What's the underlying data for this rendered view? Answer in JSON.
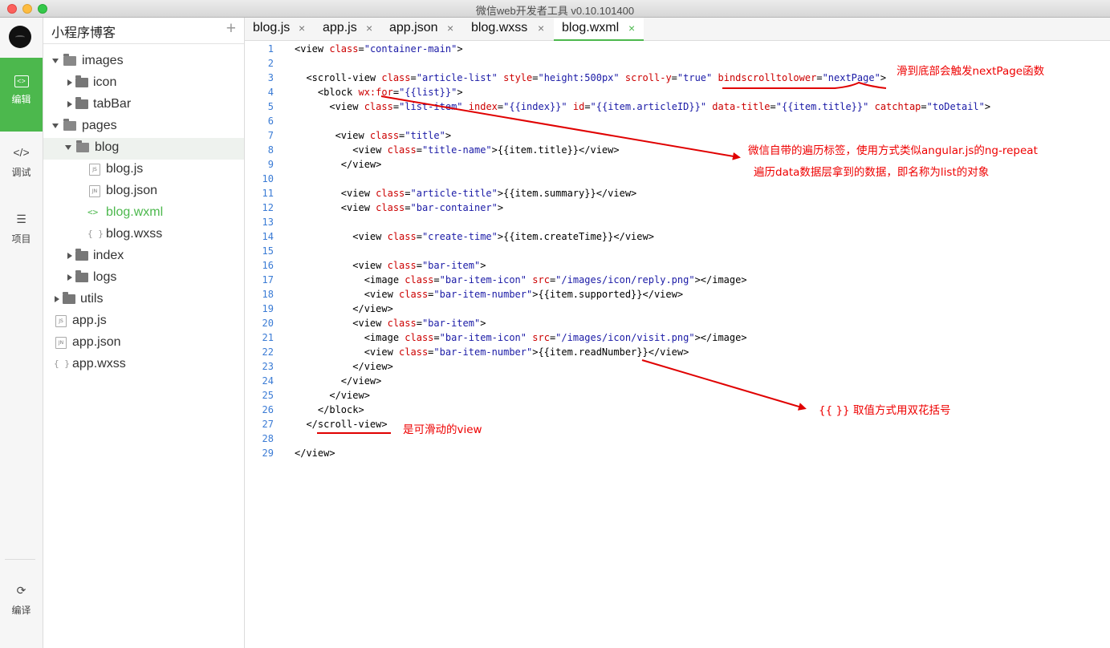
{
  "window": {
    "title": "微信web开发者工具 v0.10.101400"
  },
  "activity": [
    {
      "label": "编辑",
      "icon": "edit-icon"
    },
    {
      "label": "调试",
      "icon": "code-brackets-icon"
    },
    {
      "label": "项目",
      "icon": "menu-lines-icon"
    },
    {
      "label": "编译",
      "icon": "compile-icon"
    }
  ],
  "sidebar": {
    "project_name": "小程序博客",
    "add_symbol": "+",
    "tree": [
      {
        "label": "images",
        "kind": "folder",
        "state": "open"
      },
      {
        "label": "icon",
        "kind": "folder",
        "state": "closed"
      },
      {
        "label": "tabBar",
        "kind": "folder",
        "state": "closed"
      },
      {
        "label": "pages",
        "kind": "folder",
        "state": "open"
      },
      {
        "label": "blog",
        "kind": "folder",
        "state": "open",
        "selected": true
      },
      {
        "label": "blog.js",
        "kind": "file",
        "badge": "JS"
      },
      {
        "label": "blog.json",
        "kind": "file",
        "badge": "JN"
      },
      {
        "label": "blog.wxml",
        "kind": "wxml",
        "badge": "< >",
        "active": true
      },
      {
        "label": "blog.wxss",
        "kind": "wxss",
        "badge": "{ }"
      },
      {
        "label": "index",
        "kind": "folder",
        "state": "closed"
      },
      {
        "label": "logs",
        "kind": "folder",
        "state": "closed"
      },
      {
        "label": "utils",
        "kind": "folder",
        "state": "closed"
      },
      {
        "label": "app.js",
        "kind": "file",
        "badge": "JS"
      },
      {
        "label": "app.json",
        "kind": "file",
        "badge": "JN"
      },
      {
        "label": "app.wxss",
        "kind": "wxss",
        "badge": "{ }"
      }
    ]
  },
  "tabs": [
    {
      "label": "blog.js",
      "close": "×"
    },
    {
      "label": "app.js",
      "close": "×"
    },
    {
      "label": "app.json",
      "close": "×"
    },
    {
      "label": "blog.wxss",
      "close": "×"
    },
    {
      "label": "blog.wxml",
      "close": "×",
      "active": true
    }
  ],
  "code_lines": [
    "1",
    "2",
    "3",
    "4",
    "5",
    "6",
    "7",
    "8",
    "9",
    "10",
    "11",
    "12",
    "13",
    "14",
    "15",
    "16",
    "17",
    "18",
    "19",
    "20",
    "21",
    "22",
    "23",
    "24",
    "25",
    "26",
    "27",
    "28",
    "29"
  ],
  "code": {
    "l1": "<view class=\"container-main\">",
    "l2": "",
    "l3": "  <scroll-view class=\"article-list\" style=\"height:500px\" scroll-y=\"true\" bindscrolltolower=\"nextPage\">",
    "l4": "    <block wx:for=\"{{list}}\">",
    "l5": "      <view class=\"list-item\" index=\"{{index}}\" id=\"{{item.articleID}}\" data-title=\"{{item.title}}\" catchtap=\"toDetail\">",
    "l6": "",
    "l7": "       <view class=\"title\">",
    "l8": "          <view class=\"title-name\">{{item.title}}</view>",
    "l9": "        </view>",
    "l10": "",
    "l11": "        <view class=\"article-title\">{{item.summary}}</view>",
    "l12": "        <view class=\"bar-container\">",
    "l13": "",
    "l14": "          <view class=\"create-time\">{{item.createTime}}</view>",
    "l15": "",
    "l16": "          <view class=\"bar-item\">",
    "l17": "            <image class=\"bar-item-icon\" src=\"/images/icon/reply.png\"></image>",
    "l18": "            <view class=\"bar-item-number\">{{item.supported}}</view>",
    "l19": "          </view>",
    "l20": "          <view class=\"bar-item\">",
    "l21": "            <image class=\"bar-item-icon\" src=\"/images/icon/visit.png\"></image>",
    "l22": "            <view class=\"bar-item-number\">{{item.readNumber}}</view>",
    "l23": "          </view>",
    "l24": "        </view>",
    "l25": "      </view>",
    "l26": "    </block>",
    "l27": "  </scroll-view>",
    "l28": "",
    "l29": "</view>"
  },
  "annotations": {
    "a1": "滑到底部会触发nextPage函数",
    "a2": "微信自带的遍历标签，使用方式类似angular.js的ng-repeat",
    "a3": "遍历data数据层拿到的数据，即名称为list的对象",
    "a4": "{{ }} 取值方式用双花括号",
    "a5": "是可滑动的view",
    "color": "#e00000"
  },
  "colors": {
    "accent": "#4cb84d",
    "line_number": "#3a7bd5",
    "attribute": "#cc0000",
    "string": "#1a1aa6"
  }
}
